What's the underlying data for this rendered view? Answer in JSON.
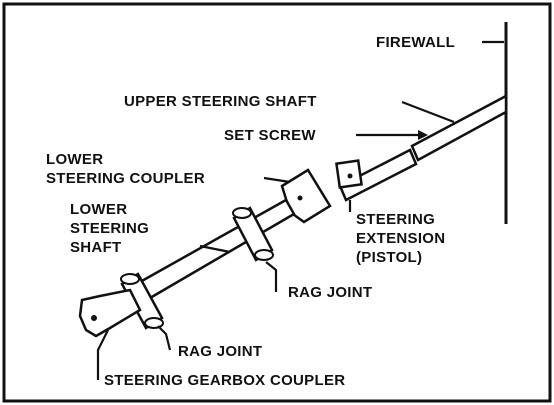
{
  "labels": {
    "firewall": "FIREWALL",
    "upper_steering_shaft": "UPPER STEERING SHAFT",
    "set_screw": "SET SCREW",
    "lower_steering_coupler_line1": "LOWER",
    "lower_steering_coupler_line2": "STEERING COUPLER",
    "lower_steering_shaft_line1": "LOWER",
    "lower_steering_shaft_line2": "STEERING",
    "lower_steering_shaft_line3": "SHAFT",
    "steering_extension_line1": "STEERING",
    "steering_extension_line2": "EXTENSION",
    "steering_extension_line3": "(PISTOL)",
    "rag_joint_upper": "RAG JOINT",
    "rag_joint_lower": "RAG JOINT",
    "steering_gearbox_coupler": "STEERING GEARBOX COUPLER"
  }
}
